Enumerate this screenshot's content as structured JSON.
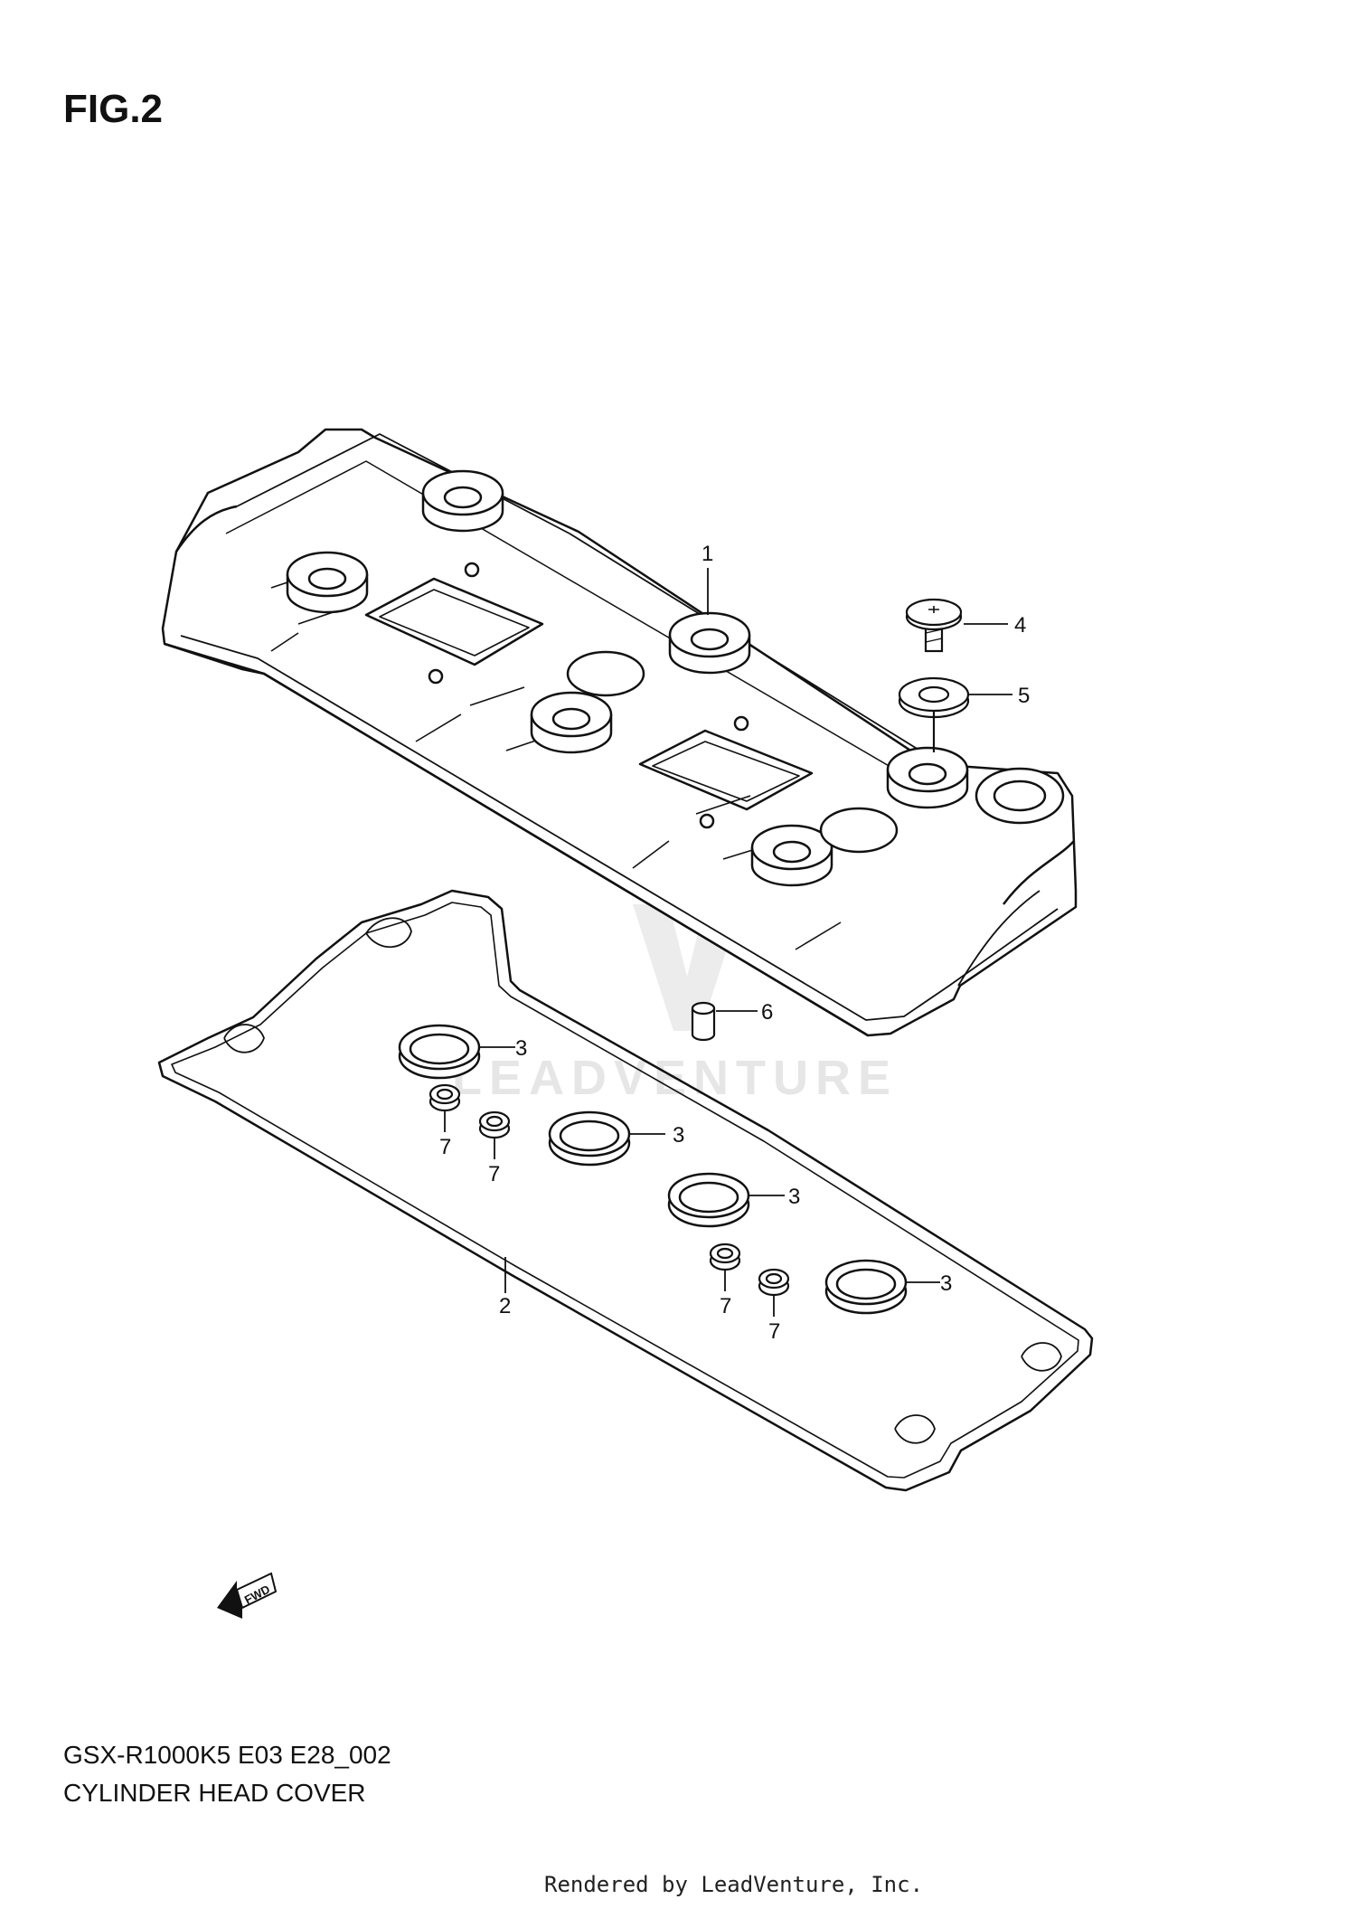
{
  "figure": {
    "title": "FIG.2"
  },
  "callouts": {
    "p1": "1",
    "p2": "2",
    "p3a": "3",
    "p3b": "3",
    "p3c": "3",
    "p3d": "3",
    "p4": "4",
    "p5": "5",
    "p6": "6",
    "p7a": "7",
    "p7b": "7",
    "p7c": "7",
    "p7d": "7"
  },
  "direction_arrow": {
    "label": "FWD"
  },
  "watermark": {
    "text": "LEADVENTURE"
  },
  "footer": {
    "model_code": "GSX-R1000K5 E03 E28_002",
    "assembly_name": "CYLINDER HEAD COVER",
    "rendered_by": "Rendered by LeadVenture, Inc."
  }
}
